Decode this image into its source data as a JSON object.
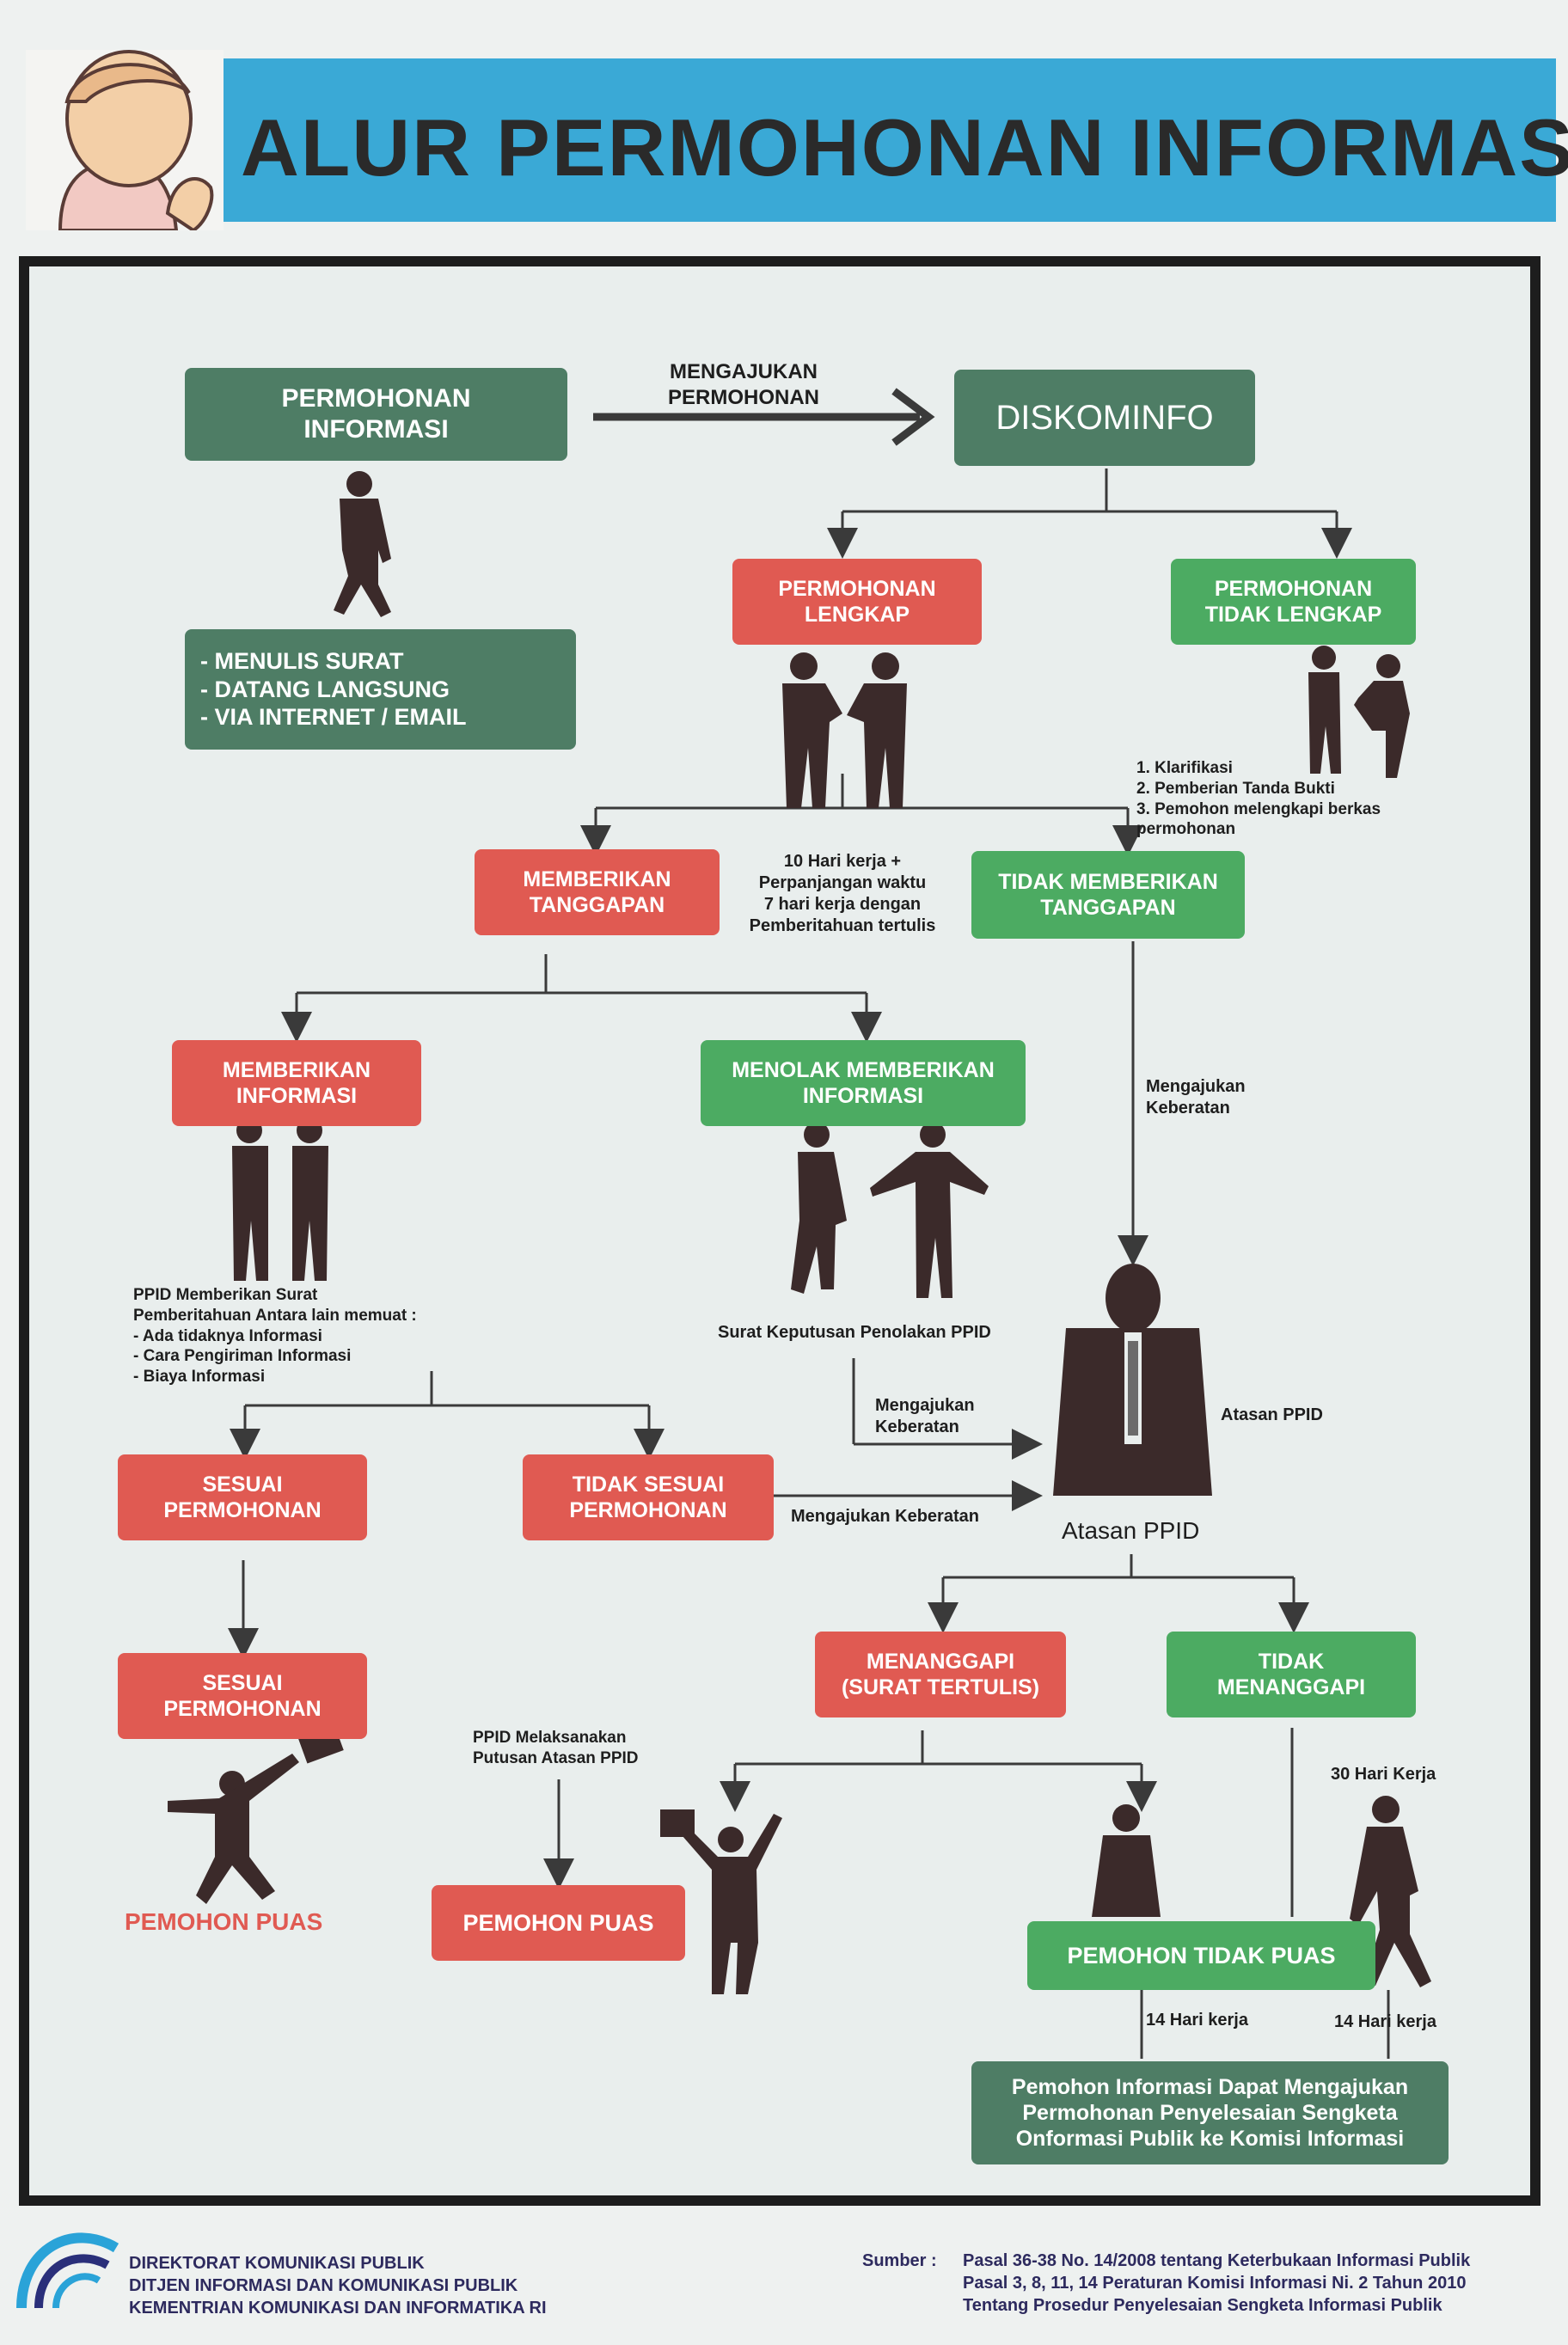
{
  "header": {
    "title": "ALUR PERMOHONAN INFORMASI"
  },
  "nodes": {
    "permohonan_informasi": "PERMOHONAN\nINFORMASI",
    "diskominfo": "DISKOMINFO",
    "cara": "- MENULIS SURAT\n- DATANG LANGSUNG\n- VIA INTERNET / EMAIL",
    "permohonan_lengkap": "PERMOHONAN\nLENGKAP",
    "permohonan_tidak_lengkap": "PERMOHONAN\nTIDAK LENGKAP",
    "memberikan_tanggapan": "MEMBERIKAN\nTANGGAPAN",
    "tidak_memberikan_tanggapan": "TIDAK MEMBERIKAN\nTANGGAPAN",
    "memberikan_informasi": "MEMBERIKAN\nINFORMASI",
    "menolak_memberikan_informasi": "MENOLAK MEMBERIKAN\nINFORMASI",
    "sesuai_permohonan_1": "SESUAI\nPERMOHONAN",
    "tidak_sesuai_permohonan": "TIDAK SESUAI\nPERMOHONAN",
    "sesuai_permohonan_2": "SESUAI\nPERMOHONAN",
    "menanggapi": "MENANGGAPI\n(SURAT TERTULIS)",
    "tidak_menanggapi": "TIDAK\nMENANGGAPI",
    "pemohon_puas_box": "PEMOHON PUAS",
    "pemohon_tidak_puas": "PEMOHON TIDAK PUAS",
    "komisi": "Pemohon Informasi Dapat Mengajukan\nPermohonan Penyelesaian Sengketa\nOnformasi Publik ke Komisi Informasi"
  },
  "labels": {
    "mengajukan_permohonan": "MENGAJUKAN\nPERMOHONAN",
    "klarifikasi": "1. Klarifikasi\n2. Pemberian Tanda Bukti\n3. Pemohon melengkapi berkas\n    permohonan",
    "sepuluh_hari": "10 Hari kerja +\nPerpanjangan waktu\n7 hari kerja dengan\nPemberitahuan tertulis",
    "mengajukan_keberatan_1": "Mengajukan\nKeberatan",
    "ppid_memberikan_surat": "PPID Memberikan Surat\nPemberitahuan Antara lain memuat :\n- Ada tidaknya Informasi\n- Cara Pengiriman Informasi\n- Biaya Informasi",
    "surat_keputusan": "Surat Keputusan Penolakan PPID",
    "mengajukan_keberatan_2": "Mengajukan\nKeberatan",
    "atasan_ppid_side": "Atasan PPID",
    "mengajukan_keberatan_3": "Mengajukan Keberatan",
    "atasan_ppid": "Atasan PPID",
    "ppid_melaksanakan": "PPID Melaksanakan\nPutusan Atasan PPID",
    "tiga_puluh_hari": "30 Hari Kerja",
    "pemohon_puas_text": "PEMOHON PUAS",
    "empat_belas_1": "14 Hari kerja",
    "empat_belas_2": "14 Hari kerja"
  },
  "footer": {
    "org": "DIREKTORAT KOMUNIKASI PUBLIK\nDITJEN INFORMASI DAN KOMUNIKASI PUBLIK\nKEMENTRIAN KOMUNIKASI DAN INFORMATIKA RI",
    "sumber_label": "Sumber :",
    "sumber_text": "Pasal 36-38 No. 14/2008 tentang Keterbukaan Informasi Publik\nPasal 3, 8, 11, 14 Peraturan Komisi Informasi Ni. 2 Tahun 2010\nTentang Prosedur Penyelesaian Sengketa Informasi Publik"
  },
  "colors": {
    "banner": "#3aa9d6",
    "dark_green": "#4e7d65",
    "red": "#e05a52",
    "green": "#4cab62",
    "silhouette": "#3b2a2a"
  }
}
